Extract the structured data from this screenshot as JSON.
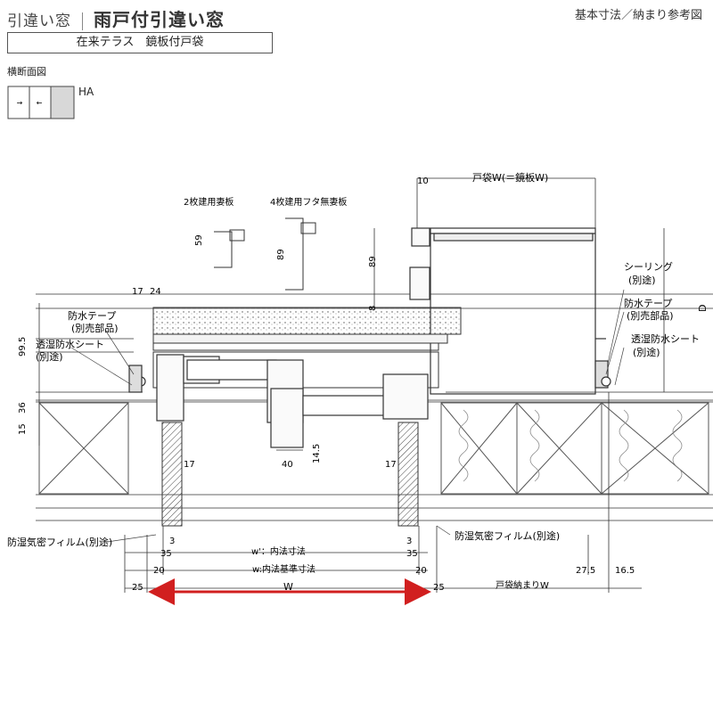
{
  "header": {
    "category": "引違い窓",
    "title": "雨戸付引違い窓",
    "right_label": "基本寸法／納まり参考図"
  },
  "subtitle": "在来テラス　鏡板付戸袋",
  "section_label": "横断面図",
  "legend": {
    "code": "HA"
  },
  "diagram": {
    "board_labels": {
      "two_panel": "2枚建用妻板",
      "four_panel": "4枚建用フタ無妻板"
    },
    "dims_small": {
      "d59": "59",
      "d89": "89",
      "d89b": "89",
      "d8": "8",
      "d10": "10"
    },
    "top_label": "戸袋W(＝鏡板W)",
    "left_dims": {
      "d17": "17",
      "d24": "24",
      "d99_5": "99.5",
      "d36": "36",
      "d15": "15"
    },
    "inner_dims": {
      "d17a": "17",
      "d40": "40",
      "d14_5": "14.5",
      "d17b": "17"
    },
    "right_vertical": "D",
    "callouts": {
      "waterproof_tape_left": "防水テープ",
      "sold_separately_left": "(別売部品)",
      "moisture_sheet_left": "透湿防水シート",
      "separate_left": "(別途)",
      "sealing": "シーリング",
      "separate_sealing": "(別途)",
      "waterproof_tape_right": "防水テープ",
      "sold_separately_right": "(別売部品)",
      "moisture_sheet_right": "透湿防水シート",
      "separate_right": "(別途)",
      "film_left": "防湿気密フィルム(別途)",
      "film_right": "防湿気密フィルム(別途)"
    },
    "bottom_dims": {
      "d3_left": "3",
      "d3_right": "3",
      "d35_left": "35",
      "inner_w_prime": "w'：内法寸法",
      "d35_right": "35",
      "d20_left": "20",
      "inner_w": "w:内法基準寸法",
      "d20_right": "20",
      "d25_left": "25",
      "W": "W",
      "d25_right": "25",
      "d27_5": "27.5",
      "d16_5": "16.5",
      "shutter_box_W": "戸袋納まりW"
    },
    "colors": {
      "accent_arrow": "#d11f1f",
      "line": "#333333",
      "hatch": "#444444",
      "fill_light": "#dcdcdc"
    }
  }
}
